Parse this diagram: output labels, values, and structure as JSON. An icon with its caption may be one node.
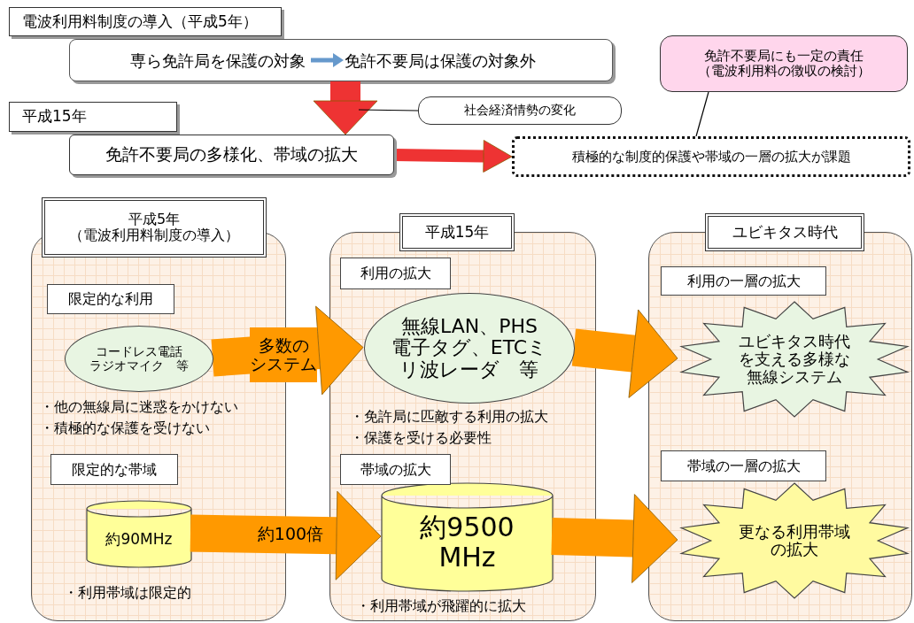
{
  "diagram": {
    "nodes": [
      {
        "text": [
          "電波利用料制度の導入（平成5年）"
        ]
      },
      {
        "text": [],
        "shape": "box"
      },
      {
        "text": [
          "専ら免許局を保護の対象"
        ],
        "in": 1
      },
      {
        "text": [
          "免許不要局は保護の対象外"
        ],
        "in": 1
      },
      {
        "text": [
          "平成15年"
        ]
      },
      {
        "text": [
          "免許不要局の多様化、帯域の拡大"
        ]
      },
      {
        "text": [
          "社会経済情勢の変化"
        ]
      },
      {
        "text": [
          "積極的な制度的保護や帯域の一層の拡大が課題"
        ]
      },
      {
        "text": [
          "免許不要局にも一定の責任（電波利用料の徴収の検討）"
        ]
      },
      {
        "text": [
          "平成5年（電波利用料制度の導入）"
        ]
      },
      {
        "text": [
          "限定的な利用"
        ],
        "in": 9
      },
      {
        "text": [
          "コードレス電話ラジオマイク　等"
        ],
        "in": 9
      },
      {
        "text": [
          "限定的な帯域"
        ],
        "in": 9
      },
      {
        "text": [
          "約90MHz"
        ],
        "in": 9
      },
      {
        "text": [
          "平成15年"
        ]
      },
      {
        "text": [
          "利用の拡大"
        ],
        "in": 14
      },
      {
        "text": [
          "無線LAN、PHS電子タグ、ETCミリ波レーダ　等"
        ],
        "in": 14
      },
      {
        "text": [
          "帯域の拡大"
        ],
        "in": 14
      },
      {
        "text": [
          "約9500MHz"
        ],
        "in": 14
      },
      {
        "text": [
          "ユビキタス時代"
        ]
      },
      {
        "text": [
          "利用の一層の拡大"
        ],
        "in": 19
      },
      {
        "text": [
          "ユビキタス時代を支える多様な無線システム"
        ],
        "in": 19
      },
      {
        "text": [
          "帯域の一層の拡大"
        ],
        "in": 19
      },
      {
        "text": [
          "更なる利用帯域の拡大"
        ],
        "in": 19
      }
    ],
    "edges": [
      {
        "from": 2,
        "to": 3,
        "arrow": "to",
        "color": "#6699cc"
      },
      {
        "from": 1,
        "to": 5,
        "arrow": "to",
        "color": "#ee3333"
      },
      {
        "from": 6,
        "to": null,
        "arrow": "none",
        "color": "#000000"
      },
      {
        "from": 5,
        "to": 7,
        "arrow": "to",
        "color": "#ee3333"
      },
      {
        "from": 8,
        "to": 7,
        "arrow": "none",
        "color": "#000000"
      },
      {
        "from": 11,
        "to": 16,
        "arrow": "to",
        "label": "多数のシステム",
        "color": "#ff9900"
      },
      {
        "from": 13,
        "to": 18,
        "arrow": "to",
        "label": "約100倍",
        "color": "#ff9900"
      },
      {
        "from": 16,
        "to": 21,
        "arrow": "to",
        "color": "#ff9900"
      },
      {
        "from": 18,
        "to": 23,
        "arrow": "to",
        "color": "#ff9900"
      }
    ],
    "labels": [
      "・他の無線局に迷惑をかけない",
      "・積極的な保護を受けない",
      "・利用帯域は限定的",
      "・免許局に匹敵する利用の拡大",
      "・保護を受ける必要性",
      "・利用帯域が飛躍的に拡大"
    ]
  }
}
